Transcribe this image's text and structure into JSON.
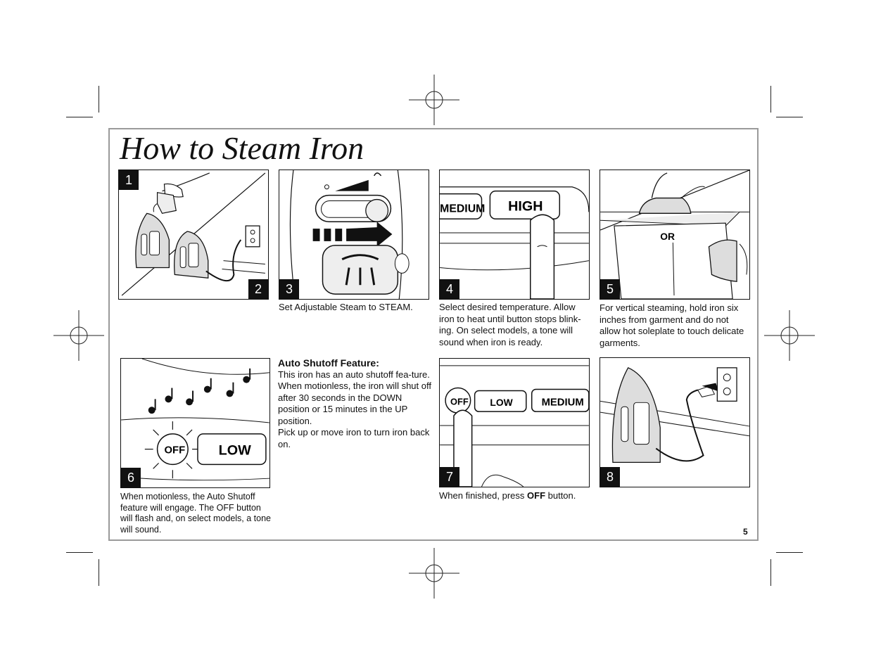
{
  "page": {
    "title": "How to Steam Iron",
    "page_number": "5"
  },
  "steps": [
    {
      "number": "1",
      "caption": ""
    },
    {
      "number": "2",
      "caption": ""
    },
    {
      "number": "3",
      "caption": "Set Adjustable Steam to STEAM.",
      "illustration_labels": []
    },
    {
      "number": "4",
      "caption": "Select desired temperature. Allow iron to heat until button stops blink-ing. On select models, a tone will sound when iron is ready.",
      "illustration_labels": [
        "MEDIUM",
        "HIGH"
      ]
    },
    {
      "number": "5",
      "caption": "For vertical steaming, hold iron six inches from garment and do not allow hot soleplate to touch delicate garments.",
      "illustration_labels": [
        "OR"
      ]
    },
    {
      "number": "6",
      "caption": "When motionless, the Auto Shutoff feature will engage. The OFF button will flash and, on select models, a tone will sound.",
      "illustration_labels": [
        "OFF",
        "LOW"
      ]
    },
    {
      "number": "7",
      "caption_before": "When finished, press ",
      "caption_bold": "OFF",
      "caption_after": " button.",
      "illustration_labels": [
        "OFF",
        "LOW",
        "MEDIUM"
      ]
    },
    {
      "number": "8",
      "caption": ""
    }
  ],
  "auto_shutoff": {
    "heading": "Auto Shutoff Feature:",
    "body": "This iron has an auto shutoff fea-ture. When motionless, the iron will shut off after 30 seconds in the DOWN position or 15 minutes in the UP position.",
    "body2": "Pick up or move iron to turn iron back on."
  },
  "icons": [
    "water-pitcher-icon",
    "iron-icon",
    "wall-outlet-icon",
    "steam-slider-icon",
    "finger-press-icon",
    "music-notes-icon",
    "flash-rays-icon",
    "garment-icon"
  ]
}
